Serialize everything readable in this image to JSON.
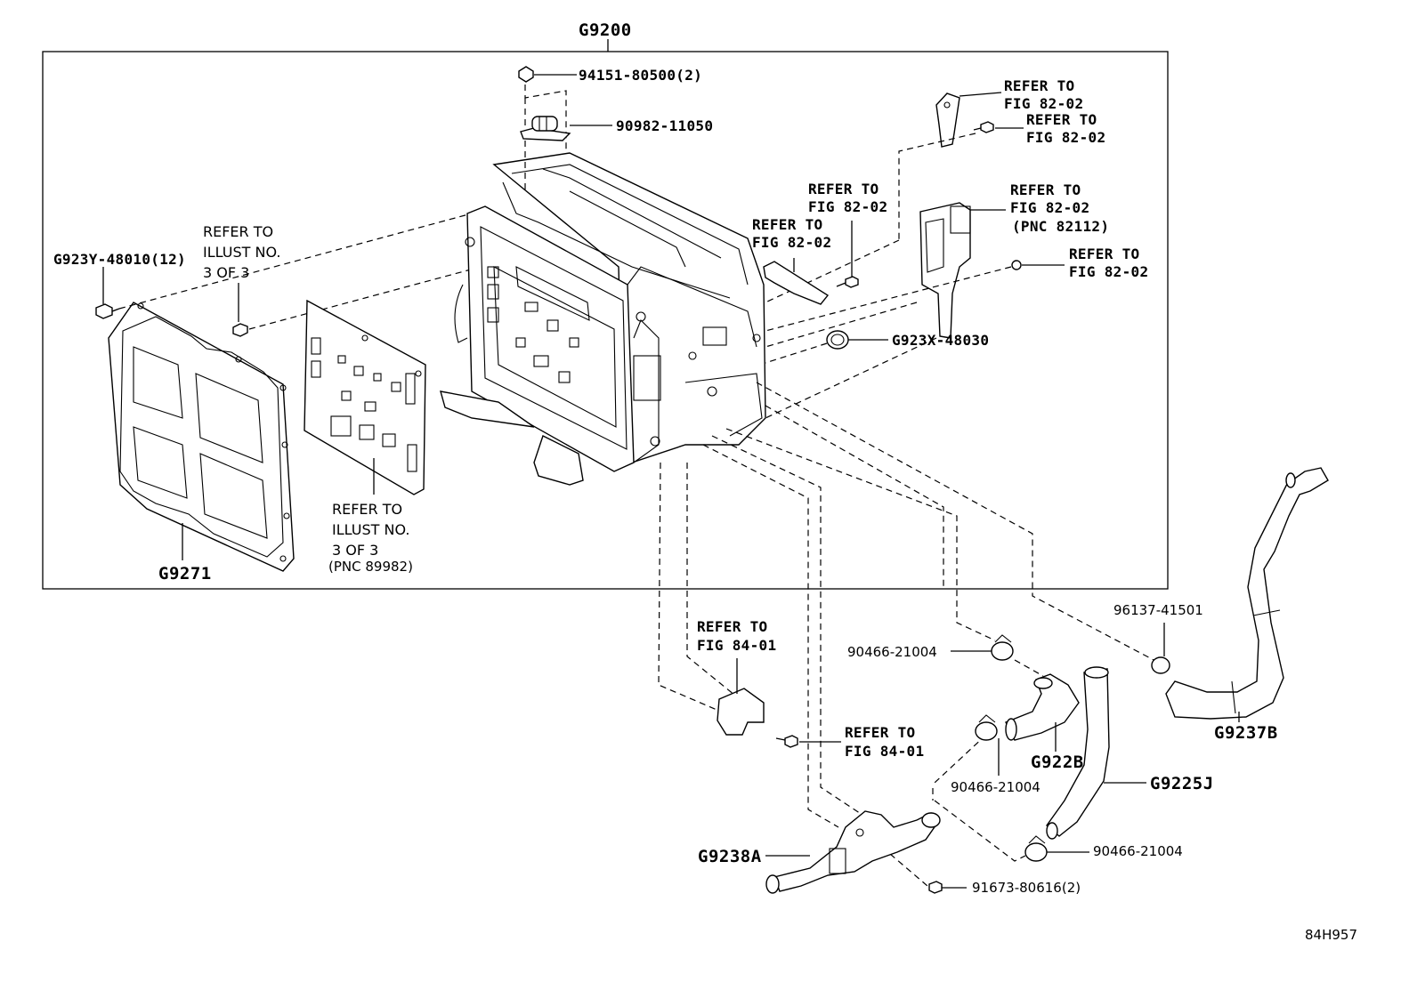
{
  "diagram": {
    "assembly_label": "G9200",
    "diagram_code": "84H957",
    "labels": {
      "bolt_top": "94151-80500(2)",
      "plug_top": "90982-11050",
      "refer_r1": [
        "REFER TO",
        "FIG 82-02"
      ],
      "refer_r2": [
        "REFER TO",
        "FIG 82-02"
      ],
      "refer_mid1": [
        "REFER TO",
        "FIG 82-02"
      ],
      "refer_mid2": [
        "REFER TO",
        "FIG 82-02"
      ],
      "refer_pnc82112": [
        "REFER TO",
        "FIG 82-02",
        "(PNC 82112)"
      ],
      "refer_r3": [
        "REFER TO",
        "FIG 82-02"
      ],
      "grommet": "G923X-48030",
      "screw_left": "G923Y-48010(12)",
      "refer_illust_top": [
        "REFER TO",
        "ILLUST NO.",
        "3 OF 3"
      ],
      "refer_illust_bottom": [
        "REFER TO",
        "ILLUST NO.",
        "3 OF 3",
        "(PNC 89982)"
      ],
      "cover": "G9271",
      "refer_fig84_a": [
        "REFER TO",
        "FIG 84-01"
      ],
      "refer_fig84_b": [
        "REFER TO",
        "FIG 84-01"
      ],
      "clamp_1": "90466-21004",
      "clamp_2": "90466-21004",
      "clamp_3": "90466-21004",
      "clamp_4": "96137-41501",
      "hose_b": "G922B",
      "hose_j": "G9225J",
      "hose_g9237b": "G9237B",
      "pipe_a": "G9238A",
      "bolt_bottom": "91673-80616(2)"
    }
  }
}
